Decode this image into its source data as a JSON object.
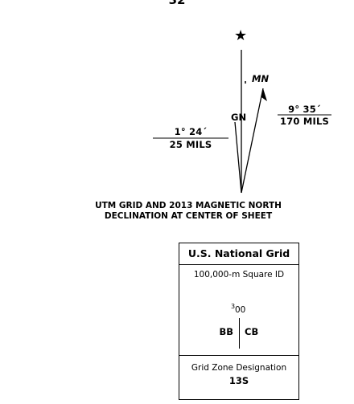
{
  "page_number": "32",
  "diagram": {
    "star_symbol": "★",
    "mn_label": "MN",
    "gn_label": "GN",
    "magnetic": {
      "degrees": "9° 35´",
      "mils": "170 MILS"
    },
    "grid": {
      "degrees": "1° 24´",
      "mils": "25 MILS"
    },
    "caption_line1": "UTM GRID AND 2013 MAGNETIC NORTH",
    "caption_line2": "DECLINATION AT CENTER OF SHEET"
  },
  "usng": {
    "title": "U.S. National Grid",
    "square_label": "100,000-m Square ID",
    "superscript": "3",
    "hundred": "00",
    "left_id": "BB",
    "right_id": "CB",
    "gzd_label": "Grid Zone Designation",
    "gzd_value": "13S"
  }
}
